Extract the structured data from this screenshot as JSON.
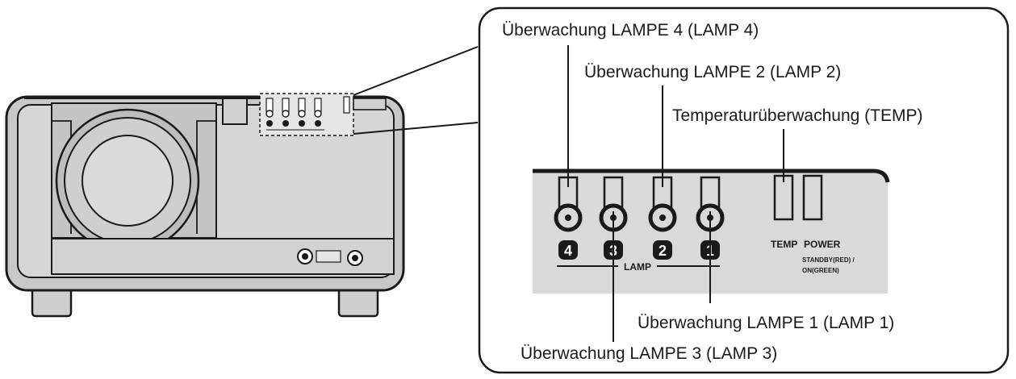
{
  "callouts": {
    "lamp4": "Überwachung LAMPE 4 (LAMP 4)",
    "lamp2": "Überwachung LAMPE 2 (LAMP 2)",
    "temp": "Temperaturüberwachung (TEMP)",
    "lamp1": "Überwachung LAMPE 1 (LAMP 1)",
    "lamp3": "Überwachung LAMPE 3 (LAMP 3)"
  },
  "panel": {
    "lamp_group_label": "LAMP",
    "temp_label": "TEMP",
    "power_label": "POWER",
    "power_sub_1": "STANDBY(RED) /",
    "power_sub_2": "ON(GREEN)",
    "numbers": [
      "4",
      "3",
      "2",
      "1"
    ]
  },
  "colors": {
    "line": "#1a1a1a",
    "panel_fill": "#d9d9d9",
    "projector_fill": "#c8c8c8",
    "badge_fill": "#1a1a1a"
  },
  "icons": {
    "lamp_indicator": "lamp-indicator-icon",
    "temp_indicator": "temp-indicator-icon",
    "power_indicator": "power-indicator-icon"
  }
}
